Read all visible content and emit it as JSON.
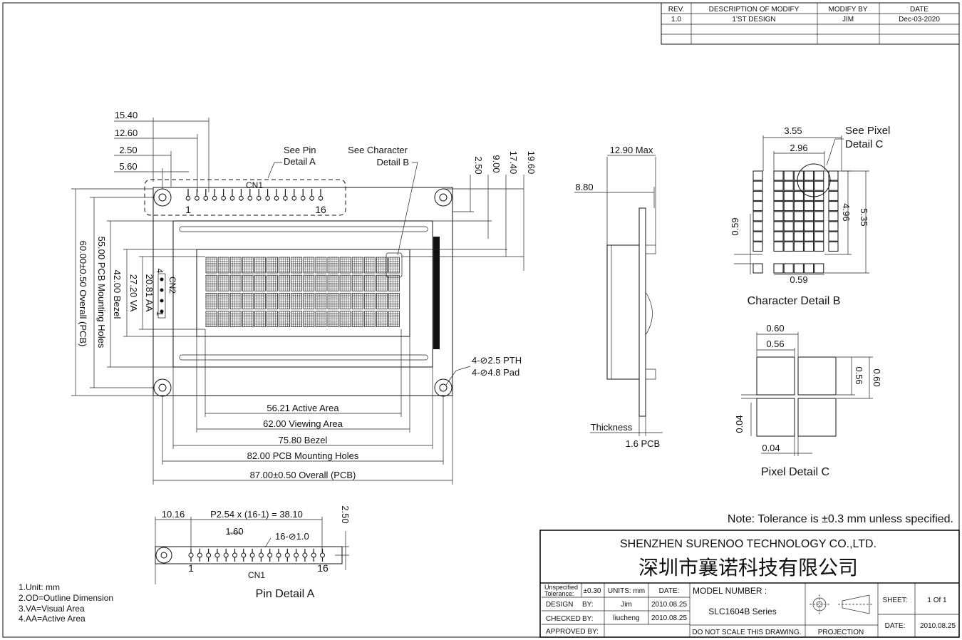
{
  "revision_table": {
    "headers": [
      "REV.",
      "DESCRIPTION OF MODIFY",
      "MODIFY BY",
      "DATE"
    ],
    "rows": [
      [
        "1.0",
        "1'ST DESIGN",
        "JIM",
        "Dec-03-2020"
      ]
    ]
  },
  "front_view": {
    "top_dims": [
      "15.40",
      "12.60",
      "2.50",
      "5.60"
    ],
    "right_dims": [
      "2.50",
      "9.00",
      "17.40",
      "19.60"
    ],
    "callout_pin": [
      "See Pin",
      "Detail A"
    ],
    "callout_char": [
      "See Character",
      "Detail B"
    ],
    "connector_label": "CN1",
    "pin_first": "1",
    "pin_last": "16",
    "cn2_label": "CN2",
    "cn2_pin_a": "4",
    "cn2_pin_b": "1",
    "vertical_dims": [
      "60.00±0.50 Overall (PCB)",
      "55.00 PCB Mounting Holes",
      "42.00 Bezel",
      "27.20 VA",
      "20.81 AA"
    ],
    "hole_note": [
      "4-⊘2.5 PTH",
      "4-⊘4.8 Pad"
    ],
    "bottom_dims": [
      "56.21 Active Area",
      "62.00 Viewing Area",
      "75.80 Bezel",
      "82.00 PCB Mounting Holes",
      "87.00±0.50 Overall (PCB)"
    ]
  },
  "side_view": {
    "dim_top": "12.90 Max",
    "dim_left": "8.80",
    "thickness_label": "Thickness",
    "pcb_label": "1.6 PCB"
  },
  "char_detail": {
    "dim_w1": "3.55",
    "dim_w2": "2.96",
    "callout": [
      "See Pixel",
      "Detail C"
    ],
    "dim_h1": "4.96",
    "dim_h2": "5.35",
    "dim_gap_v": "0.59",
    "dim_gap_h": "0.59",
    "title": "Character Detail B"
  },
  "pixel_detail": {
    "dim_w1": "0.60",
    "dim_w2": "0.56",
    "dim_h1": "0.56",
    "dim_h2": "0.60",
    "dim_gap_v": "0.04",
    "dim_gap_h": "0.04",
    "title": "Pixel Detail C"
  },
  "pin_detail": {
    "dim_left": "10.16",
    "dim_pitch": "P2.54 x (16-1) = 38.10",
    "dim_right": "2.50",
    "dim_hole": "1.60",
    "dim_pin": "16-⊘1.0",
    "pin_first": "1",
    "pin_last": "16",
    "connector_label": "CN1",
    "title": "Pin Detail A"
  },
  "notes": [
    "1.Unit: mm",
    "2.OD=Outline Dimension",
    "3.VA=Visual Area",
    "4.AA=Active Area"
  ],
  "tolerance_note": "Note: Tolerance is ±0.3 mm unless specified.",
  "title_block": {
    "company_en": "SHENZHEN SURENOO TECHNOLOGY CO.,LTD.",
    "company_cn": "深圳市襄诺科技有限公司",
    "unspecified_1": "Unspecified",
    "unspecified_2": "Tolerance:",
    "tolerance": "±0.30",
    "units": "UNITS: mm",
    "date_label": "DATE:",
    "model_label": "MODEL NUMBER :",
    "model_value": "SLC1604B Series",
    "design_label": "DESIGN",
    "by_label": "BY:",
    "design_by": "Jim",
    "design_date": "2010.08.25",
    "checked_label": "CHECKED",
    "checked_by": "liucheng",
    "checked_date": "2010.08.25",
    "approved_label": "APPROVED BY:",
    "no_scale": "DO NOT SCALE THIS DRAWING.",
    "projection": "PROJECTION",
    "sheet_label": "SHEET:",
    "sheet_value": "1  Of  1",
    "date2_label": "DATE:",
    "date2_value": "2010.08.25"
  }
}
